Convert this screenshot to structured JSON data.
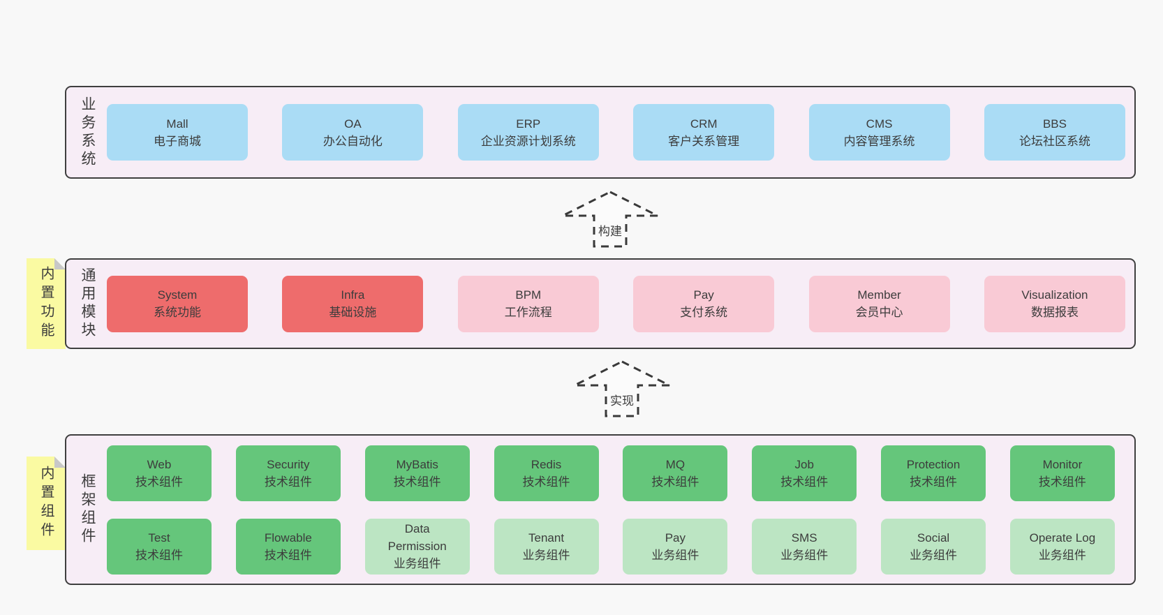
{
  "diagram": {
    "colors": {
      "canvas_bg": "#f8f8f8",
      "band_bg": "#f7edf6",
      "band_border": "#3f3f3f",
      "box_blue": "#aadcf5",
      "box_red": "#ee6c6c",
      "box_pink": "#f9cad5",
      "box_green": "#65c67b",
      "box_green_light": "#bce5c3",
      "note_yellow": "#fafaa2",
      "note_fold": "#c8c8c8",
      "text": "#3c3c3c"
    },
    "arrows": [
      {
        "label": "构建"
      },
      {
        "label": "实现"
      }
    ],
    "bands": [
      {
        "label": "业务系统",
        "boxes": [
          {
            "name": "Mall",
            "subtitle": "电子商城",
            "variant": "blue"
          },
          {
            "name": "OA",
            "subtitle": "办公自动化",
            "variant": "blue"
          },
          {
            "name": "ERP",
            "subtitle": "企业资源计划系统",
            "variant": "blue"
          },
          {
            "name": "CRM",
            "subtitle": "客户关系管理",
            "variant": "blue"
          },
          {
            "name": "CMS",
            "subtitle": "内容管理系统",
            "variant": "blue"
          },
          {
            "name": "BBS",
            "subtitle": "论坛社区系统",
            "variant": "blue"
          }
        ]
      },
      {
        "label": "通用模块",
        "note": "内置功能",
        "boxes": [
          {
            "name": "System",
            "subtitle": "系统功能",
            "variant": "red"
          },
          {
            "name": "Infra",
            "subtitle": "基础设施",
            "variant": "red"
          },
          {
            "name": "BPM",
            "subtitle": "工作流程",
            "variant": "pink"
          },
          {
            "name": "Pay",
            "subtitle": "支付系统",
            "variant": "pink"
          },
          {
            "name": "Member",
            "subtitle": "会员中心",
            "variant": "pink"
          },
          {
            "name": "Visualization",
            "subtitle": "数据报表",
            "variant": "pink"
          }
        ]
      },
      {
        "label": "框架组件",
        "note": "内置组件",
        "rows": [
          [
            {
              "name": "Web",
              "subtitle": "技术组件",
              "variant": "green"
            },
            {
              "name": "Security",
              "subtitle": "技术组件",
              "variant": "green"
            },
            {
              "name": "MyBatis",
              "subtitle": "技术组件",
              "variant": "green"
            },
            {
              "name": "Redis",
              "subtitle": "技术组件",
              "variant": "green"
            },
            {
              "name": "MQ",
              "subtitle": "技术组件",
              "variant": "green"
            },
            {
              "name": "Job",
              "subtitle": "技术组件",
              "variant": "green"
            },
            {
              "name": "Protection",
              "subtitle": "技术组件",
              "variant": "green"
            },
            {
              "name": "Monitor",
              "subtitle": "技术组件",
              "variant": "green"
            }
          ],
          [
            {
              "name": "Test",
              "subtitle": "技术组件",
              "variant": "green"
            },
            {
              "name": "Flowable",
              "subtitle": "技术组件",
              "variant": "green"
            },
            {
              "name": "Data Permission",
              "subtitle": "业务组件",
              "variant": "green_light"
            },
            {
              "name": "Tenant",
              "subtitle": "业务组件",
              "variant": "green_light"
            },
            {
              "name": "Pay",
              "subtitle": "业务组件",
              "variant": "green_light"
            },
            {
              "name": "SMS",
              "subtitle": "业务组件",
              "variant": "green_light"
            },
            {
              "name": "Social",
              "subtitle": "业务组件",
              "variant": "green_light"
            },
            {
              "name": "Operate Log",
              "subtitle": "业务组件",
              "variant": "green_light"
            }
          ]
        ]
      }
    ]
  }
}
